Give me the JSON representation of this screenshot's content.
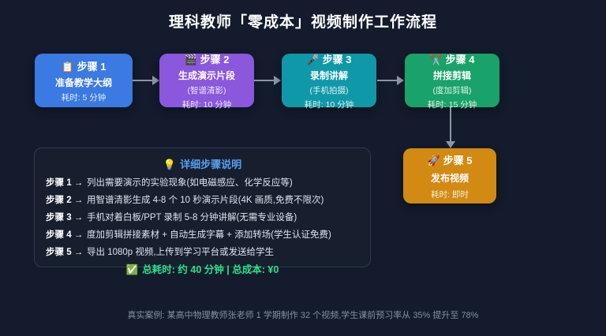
{
  "title": "理科教师「零成本」视频制作工作流程",
  "flow": {
    "steps": [
      {
        "icon": "📋",
        "label": "步骤 1",
        "name": "准备教学大纲",
        "sub": "",
        "time": "耗时: 5 分钟",
        "color": "#3b79e3"
      },
      {
        "icon": "🎬",
        "label": "步骤 2",
        "name": "生成演示片段",
        "sub": "(智谱清影)",
        "time": "耗时: 10 分钟",
        "color": "#8a57dd"
      },
      {
        "icon": "🎤",
        "label": "步骤 3",
        "name": "录制讲解",
        "sub": "(手机拍摄)",
        "time": "耗时: 10 分钟",
        "color": "#0f98a8"
      },
      {
        "icon": "✂️",
        "label": "步骤 4",
        "name": "拼接剪辑",
        "sub": "(度加剪辑)",
        "time": "耗时: 15 分钟",
        "color": "#19a269"
      },
      {
        "icon": "🚀",
        "label": "步骤 5",
        "name": "发布视频",
        "sub": "",
        "time": "耗时: 即时",
        "color": "#d28a12"
      }
    ]
  },
  "details": {
    "header_icon": "💡",
    "header": "详细步骤说明",
    "rows": [
      {
        "label": "步骤 1 →",
        "text": "列出需要演示的实验现象(如电磁感应、化学反应等)"
      },
      {
        "label": "步骤 2 →",
        "text": "用智谱清影生成 4-8 个 10 秒演示片段(4K 画质,免费不限次)"
      },
      {
        "label": "步骤 3 →",
        "text": "手机对着白板/PPT 录制 5-8 分钟讲解(无需专业设备)"
      },
      {
        "label": "步骤 4 →",
        "text": "度加剪辑拼接素材 + 自动生成字幕 + 添加转场(学生认证免费)"
      },
      {
        "label": "步骤 5 →",
        "text": "导出 1080p 视频,上传到学习平台或发送给学生"
      }
    ],
    "summary_icon": "✅",
    "summary": "总耗时: 约 40 分钟 | 总成本: ¥0"
  },
  "footer": {
    "caption": "真实案例: 某高中物理教师张老师 1 学期制作 32 个视频,学生课前预习率从 35% 提升至 78%"
  },
  "colors": {
    "background": "#131b2c",
    "panel_background": "#171f2e",
    "panel_border": "#2e3950",
    "arrow": "#8b97a8",
    "header_accent": "#55a0f0",
    "summary_green": "#2ee08a",
    "caption_gray": "#8590a3"
  }
}
